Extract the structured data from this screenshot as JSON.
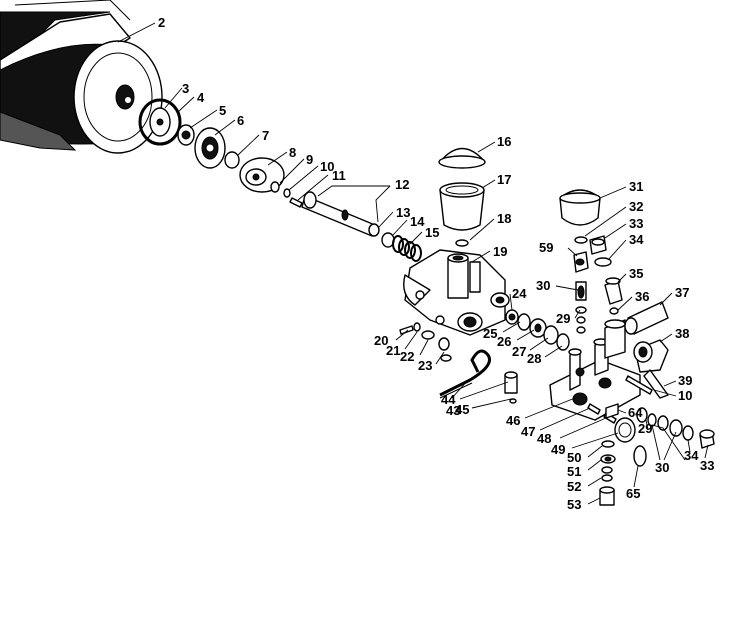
{
  "callouts": [
    "2",
    "3",
    "4",
    "5",
    "6",
    "7",
    "8",
    "9",
    "10",
    "11",
    "12",
    "13",
    "14",
    "15",
    "16",
    "17",
    "18",
    "19",
    "20",
    "21",
    "22",
    "23",
    "24",
    "25",
    "26",
    "27",
    "28",
    "29",
    "30",
    "31",
    "32",
    "33",
    "34",
    "35",
    "36",
    "37",
    "38",
    "39",
    "10",
    "43",
    "44",
    "45",
    "46",
    "47",
    "48",
    "49",
    "50",
    "51",
    "52",
    "53",
    "59",
    "64",
    "29",
    "30",
    "34",
    "33",
    "65"
  ]
}
